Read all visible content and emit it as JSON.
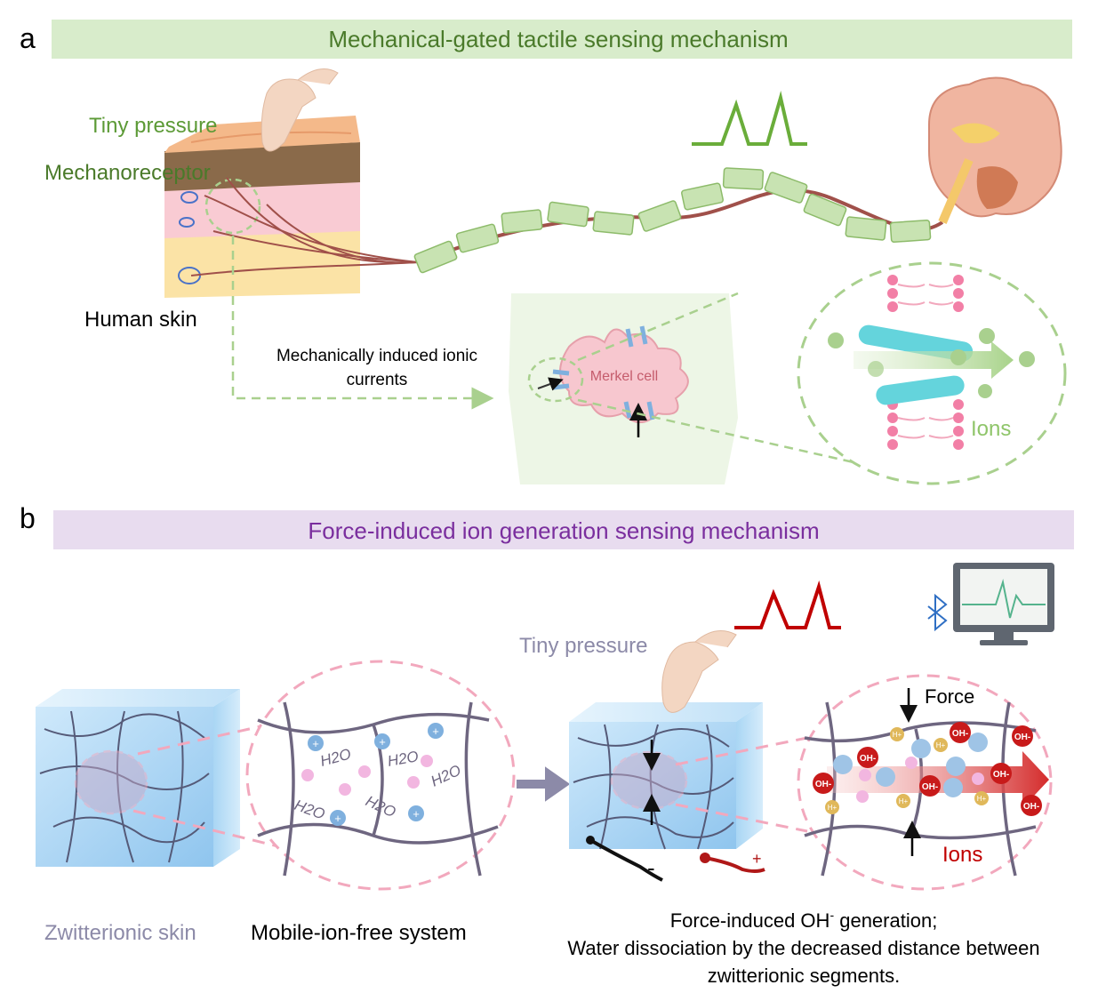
{
  "panel_a": {
    "letter": "a",
    "title": "Mechanical-gated tactile sensing mechanism",
    "tiny_pressure": "Tiny pressure",
    "mechanoreceptor": "Mechanoreceptor",
    "human_skin": "Human skin",
    "ionic_currents_line1": "Mechanically induced ionic",
    "ionic_currents_line2": "currents",
    "merkel_cell": "Merkel cell",
    "ions": "Ions"
  },
  "panel_b": {
    "letter": "b",
    "title": "Force-induced ion generation sensing mechanism",
    "tiny_pressure": "Tiny pressure",
    "zwitterionic_skin": "Zwitterionic skin",
    "mobile_ion_free": "Mobile-ion-free system",
    "force": "Force",
    "ions": "Ions",
    "water": "H2O",
    "hydroxide": "OH-",
    "proton": "H+",
    "minus": "-",
    "plus": "+",
    "caption_line1": "Force-induced OH",
    "caption_sup": "-",
    "caption_line1_end": " generation;",
    "caption_line2": "Water dissociation by the decreased distance between",
    "caption_line3": "zwitterionic segments."
  },
  "colors": {
    "green_banner": "#d8eccb",
    "green_title": "#4a7a2a",
    "purple_banner": "#e8dcef",
    "purple_title": "#7a2e9e",
    "pink_dash": "#f2a8bd",
    "green_dash": "#a9d08e",
    "red_signal": "#c00000",
    "green_signal": "#6aad3a"
  }
}
